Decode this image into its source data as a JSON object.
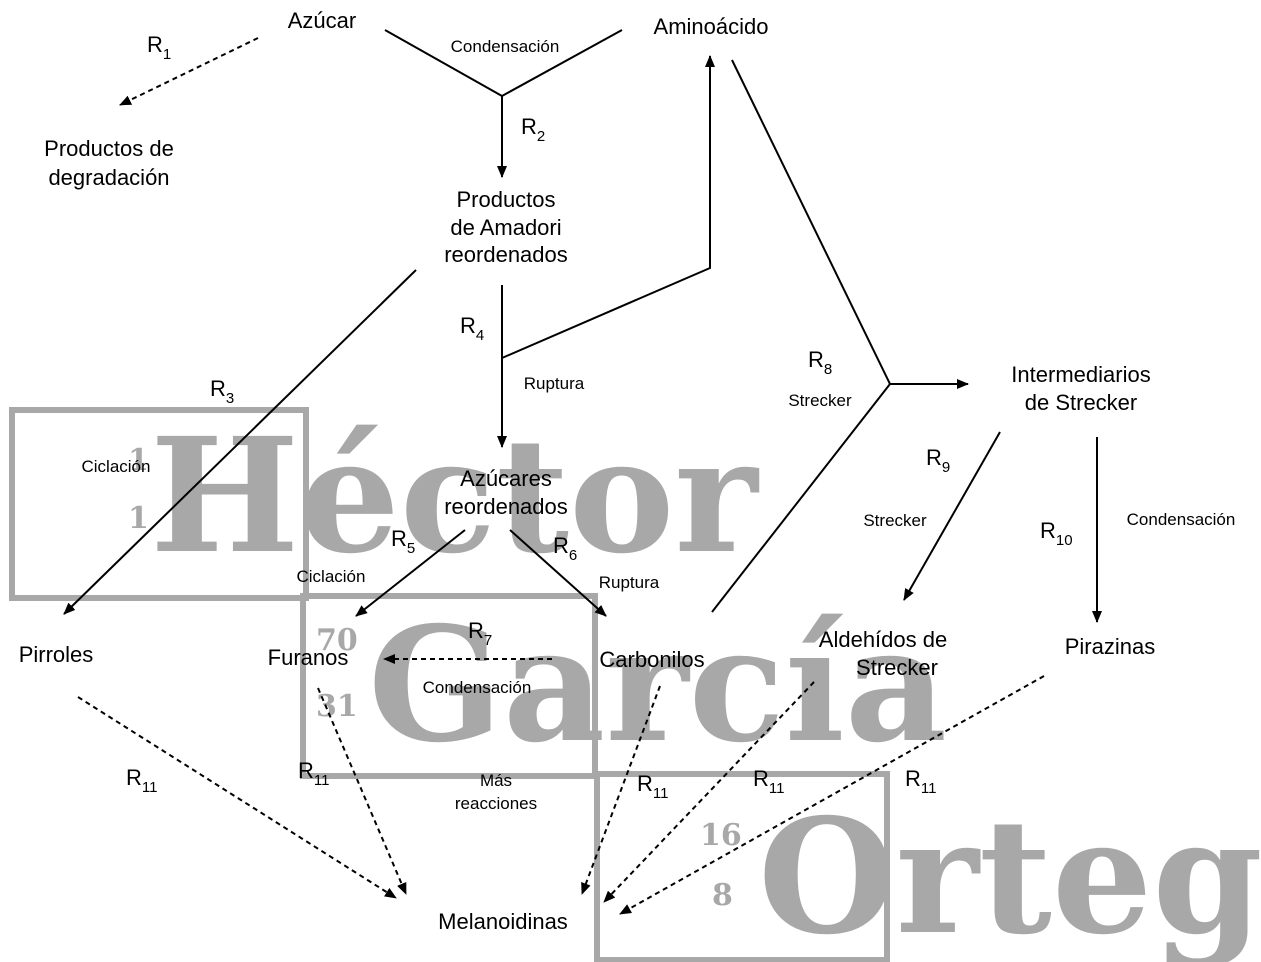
{
  "watermark": {
    "line1": {
      "sup": "1",
      "sub": "1",
      "word": "Héctor"
    },
    "line2": {
      "sup": "70",
      "sub": "31",
      "word": "García"
    },
    "line3": {
      "sup": "16",
      "sub": "8",
      "word": "Ortega"
    }
  },
  "nodes": {
    "azucar": "Azúcar",
    "aminoacido": "Aminoácido",
    "productos_degradacion": [
      "Productos de",
      "degradación"
    ],
    "amadori": [
      "Productos",
      "de Amadori",
      "reordenados"
    ],
    "azucares_reordenados": [
      "Azúcares",
      "reordenados"
    ],
    "intermediarios_strecker": [
      "Intermediarios",
      "de Strecker"
    ],
    "pirroles": "Pirroles",
    "furanos": "Furanos",
    "carbonilos": "Carbonilos",
    "aldehidos_strecker": [
      "Aldehídos de",
      "Strecker"
    ],
    "pirazinas": "Pirazinas",
    "melanoidinas": "Melanoidinas"
  },
  "edge_labels": {
    "condensacion_top": "Condensación",
    "ruptura_r4": "Ruptura",
    "ciclacion_r3": "Ciclación",
    "ciclacion_r5": "Ciclación",
    "ruptura_r6": "Ruptura",
    "condensacion_r7": "Condensación",
    "mas_reacciones": [
      "Más",
      "reacciones"
    ],
    "strecker_r8": "Strecker",
    "strecker_r9": "Strecker",
    "condensacion_r10": "Condensación"
  },
  "reactions": {
    "r1": {
      "base": "R",
      "sub": "1"
    },
    "r2": {
      "base": "R",
      "sub": "2"
    },
    "r3": {
      "base": "R",
      "sub": "3"
    },
    "r4": {
      "base": "R",
      "sub": "4"
    },
    "r5": {
      "base": "R",
      "sub": "5"
    },
    "r6": {
      "base": "R",
      "sub": "6"
    },
    "r7": {
      "base": "R",
      "sub": "7"
    },
    "r8": {
      "base": "R",
      "sub": "8"
    },
    "r9": {
      "base": "R",
      "sub": "9"
    },
    "r10": {
      "base": "R",
      "sub": "10"
    },
    "r11": {
      "base": "R",
      "sub": "11"
    }
  }
}
